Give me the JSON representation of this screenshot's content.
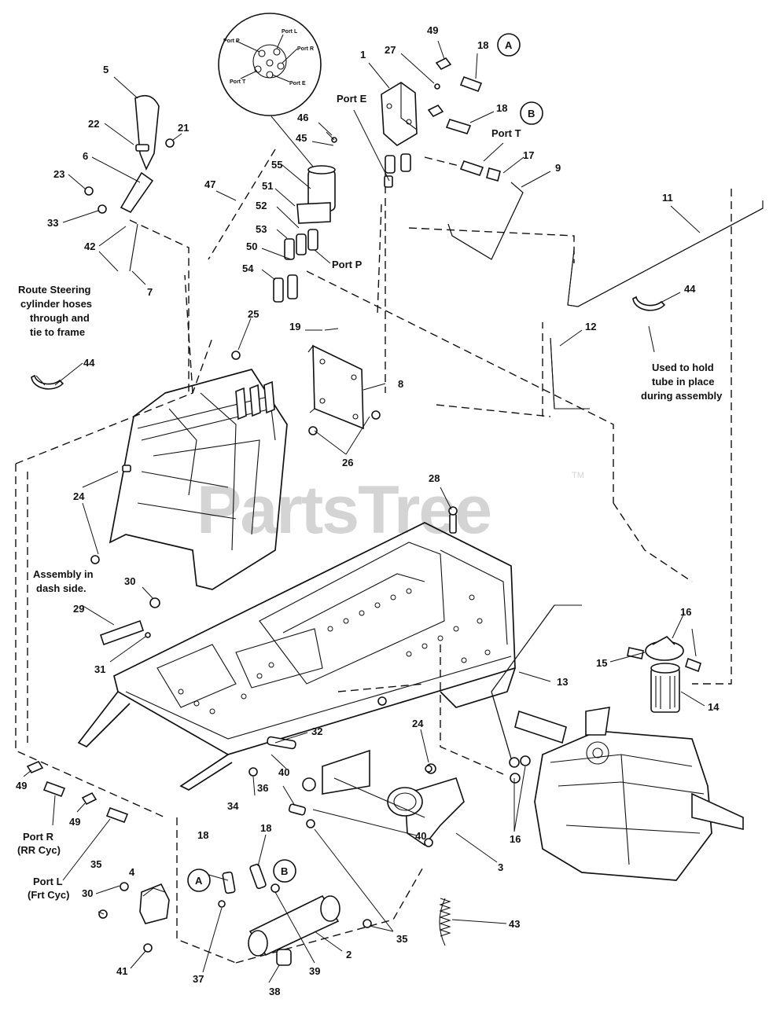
{
  "watermark": {
    "brand": "PartsTree",
    "trademark": "TM"
  },
  "port_detail": {
    "labels": [
      "Port P",
      "Port L",
      "Port R",
      "Port T",
      "Port E"
    ]
  },
  "callouts": [
    {
      "id": "c1",
      "text": "1"
    },
    {
      "id": "c2",
      "text": "2"
    },
    {
      "id": "c3",
      "text": "3"
    },
    {
      "id": "c4",
      "text": "4"
    },
    {
      "id": "c5",
      "text": "5"
    },
    {
      "id": "c6",
      "text": "6"
    },
    {
      "id": "c7",
      "text": "7"
    },
    {
      "id": "c8",
      "text": "8"
    },
    {
      "id": "c9",
      "text": "9"
    },
    {
      "id": "c11",
      "text": "11"
    },
    {
      "id": "c12",
      "text": "12"
    },
    {
      "id": "c13",
      "text": "13"
    },
    {
      "id": "c14",
      "text": "14"
    },
    {
      "id": "c15",
      "text": "15"
    },
    {
      "id": "c16a",
      "text": "16"
    },
    {
      "id": "c16b",
      "text": "16"
    },
    {
      "id": "c17",
      "text": "17"
    },
    {
      "id": "c18a",
      "text": "18"
    },
    {
      "id": "c18b",
      "text": "18"
    },
    {
      "id": "c18c",
      "text": "18"
    },
    {
      "id": "c18d",
      "text": "18"
    },
    {
      "id": "c19",
      "text": "19"
    },
    {
      "id": "c21",
      "text": "21"
    },
    {
      "id": "c22",
      "text": "22"
    },
    {
      "id": "c23",
      "text": "23"
    },
    {
      "id": "c24a",
      "text": "24"
    },
    {
      "id": "c24b",
      "text": "24"
    },
    {
      "id": "c25",
      "text": "25"
    },
    {
      "id": "c26",
      "text": "26"
    },
    {
      "id": "c27",
      "text": "27"
    },
    {
      "id": "c28",
      "text": "28"
    },
    {
      "id": "c29",
      "text": "29"
    },
    {
      "id": "c30a",
      "text": "30"
    },
    {
      "id": "c30b",
      "text": "30"
    },
    {
      "id": "c31",
      "text": "31"
    },
    {
      "id": "c32",
      "text": "32"
    },
    {
      "id": "c33",
      "text": "33"
    },
    {
      "id": "c34",
      "text": "34"
    },
    {
      "id": "c35a",
      "text": "35"
    },
    {
      "id": "c35b",
      "text": "35"
    },
    {
      "id": "c36",
      "text": "36"
    },
    {
      "id": "c37",
      "text": "37"
    },
    {
      "id": "c38",
      "text": "38"
    },
    {
      "id": "c39",
      "text": "39"
    },
    {
      "id": "c40a",
      "text": "40"
    },
    {
      "id": "c40b",
      "text": "40"
    },
    {
      "id": "c41",
      "text": "41"
    },
    {
      "id": "c42",
      "text": "42"
    },
    {
      "id": "c43",
      "text": "43"
    },
    {
      "id": "c44a",
      "text": "44"
    },
    {
      "id": "c44b",
      "text": "44"
    },
    {
      "id": "c45",
      "text": "45"
    },
    {
      "id": "c46",
      "text": "46"
    },
    {
      "id": "c47",
      "text": "47"
    },
    {
      "id": "c49a",
      "text": "49"
    },
    {
      "id": "c49b",
      "text": "49"
    },
    {
      "id": "c49c",
      "text": "49"
    },
    {
      "id": "c50",
      "text": "50"
    },
    {
      "id": "c51",
      "text": "51"
    },
    {
      "id": "c52",
      "text": "52"
    },
    {
      "id": "c53",
      "text": "53"
    },
    {
      "id": "c54",
      "text": "54"
    },
    {
      "id": "c55",
      "text": "55"
    }
  ],
  "circled_refs": [
    {
      "id": "refA1",
      "text": "A"
    },
    {
      "id": "refB1",
      "text": "B"
    },
    {
      "id": "refA2",
      "text": "A"
    },
    {
      "id": "refB2",
      "text": "B"
    }
  ],
  "port_labels": {
    "port_e": "Port E",
    "port_t": "Port T",
    "port_p": "Port P",
    "port_r": "Port R",
    "port_r_sub": "(RR Cyc)",
    "port_l": "Port L",
    "port_l_sub": "(Frt Cyc)"
  },
  "notes": {
    "route": [
      "Route Steering",
      "cylinder hoses",
      "through and",
      "tie to frame"
    ],
    "hold": [
      "Used to hold",
      "tube in place",
      "during assembly"
    ],
    "dash": [
      "Assembly in",
      "dash side."
    ]
  }
}
